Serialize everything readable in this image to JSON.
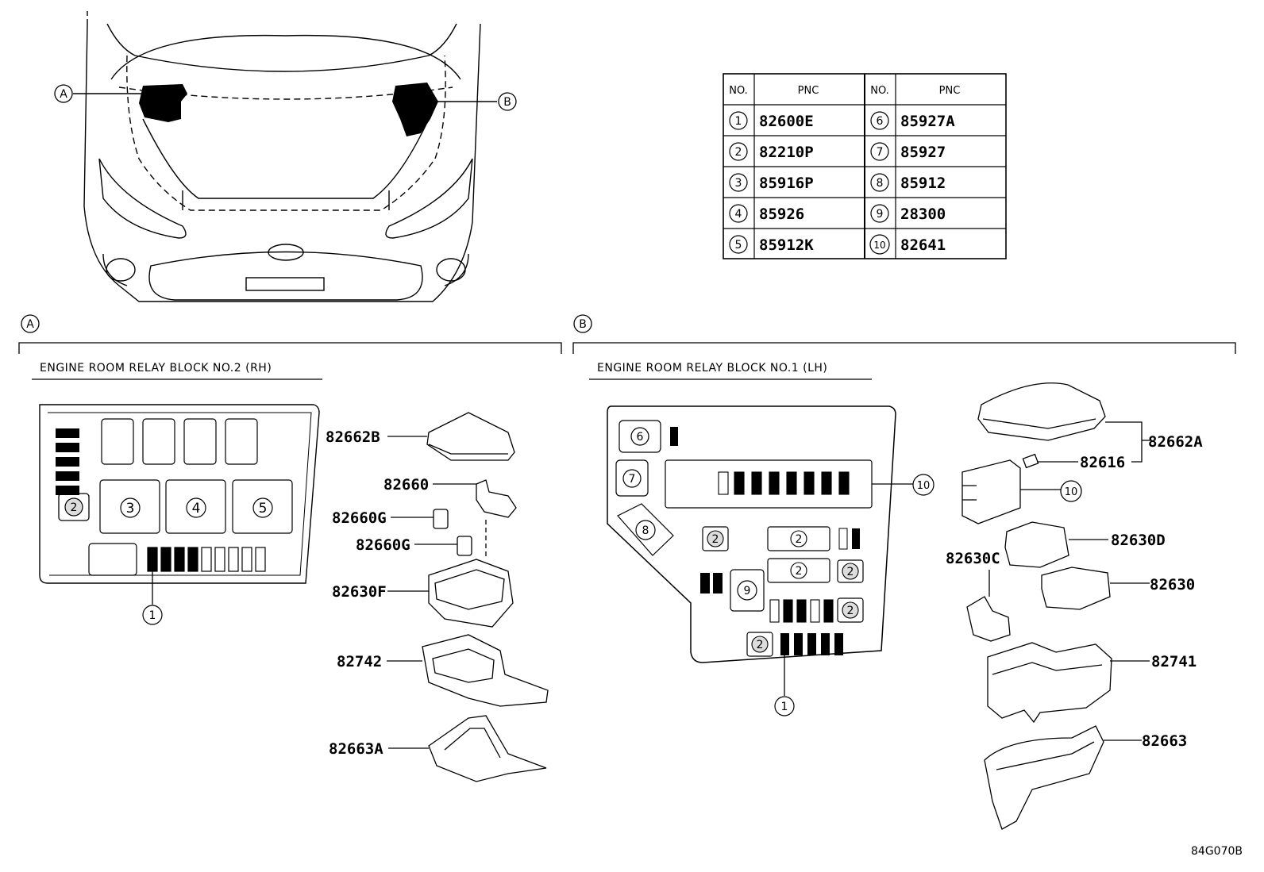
{
  "pnc_table": {
    "headers": [
      "NO.",
      "PNC",
      "NO.",
      "PNC"
    ],
    "rows": [
      {
        "no_left": "1",
        "pnc_left": "82600E",
        "no_right": "6",
        "pnc_right": "85927A"
      },
      {
        "no_left": "2",
        "pnc_left": "82210P",
        "no_right": "7",
        "pnc_right": "85927"
      },
      {
        "no_left": "3",
        "pnc_left": "85916P",
        "no_right": "8",
        "pnc_right": "85912"
      },
      {
        "no_left": "4",
        "pnc_left": "85926",
        "no_right": "9",
        "pnc_right": "28300"
      },
      {
        "no_left": "5",
        "pnc_left": "85912K",
        "no_right": "10",
        "pnc_right": "82641"
      }
    ]
  },
  "overview": {
    "marker_a": "A",
    "marker_b": "B"
  },
  "section_a": {
    "marker": "A",
    "title": "ENGINE ROOM RELAY BLOCK NO.2 (RH)",
    "block_items": {
      "c2": "2",
      "c3": "3",
      "c4": "4",
      "c5": "5",
      "c1": "1"
    },
    "parts": [
      "82662B",
      "82660",
      "82660G",
      "82660G",
      "82630F",
      "82742",
      "82663A"
    ]
  },
  "section_b": {
    "marker": "B",
    "title": "ENGINE ROOM RELAY BLOCK NO.1 (LH)",
    "block_items": {
      "c6": "6",
      "c7": "7",
      "c8": "8",
      "c9": "9",
      "c10": "10",
      "c2": "2",
      "c1": "1",
      "c10_callout": "10"
    },
    "parts": [
      "82662A",
      "82616",
      "82630D",
      "82630C",
      "82630",
      "82741",
      "82663"
    ]
  },
  "doc_id": "84G070B"
}
